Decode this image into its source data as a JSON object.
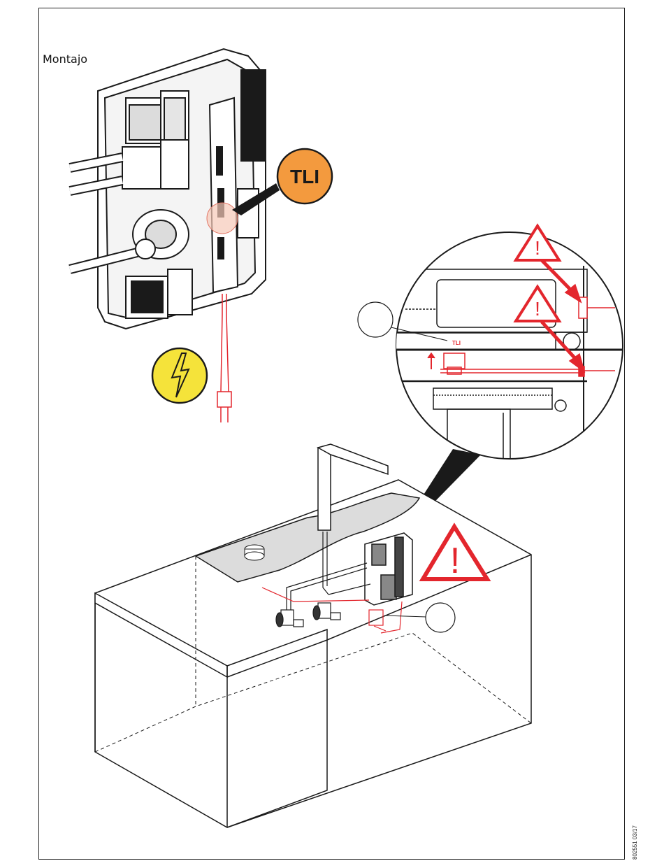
{
  "page": {
    "section_title": "Montajo",
    "doc_code": "802551 03/17"
  },
  "labels": {
    "tli_badge": "TLI",
    "tli_small": "TLI"
  },
  "colors": {
    "warning_red": "#e3262d",
    "tli_orange": "#f39a3e",
    "hazard_yellow": "#f5e33a",
    "line": "#1a1a1a"
  },
  "icons": {
    "electric_hazard": "lightning-bolt-icon",
    "warning": "exclamation-triangle-icon"
  }
}
